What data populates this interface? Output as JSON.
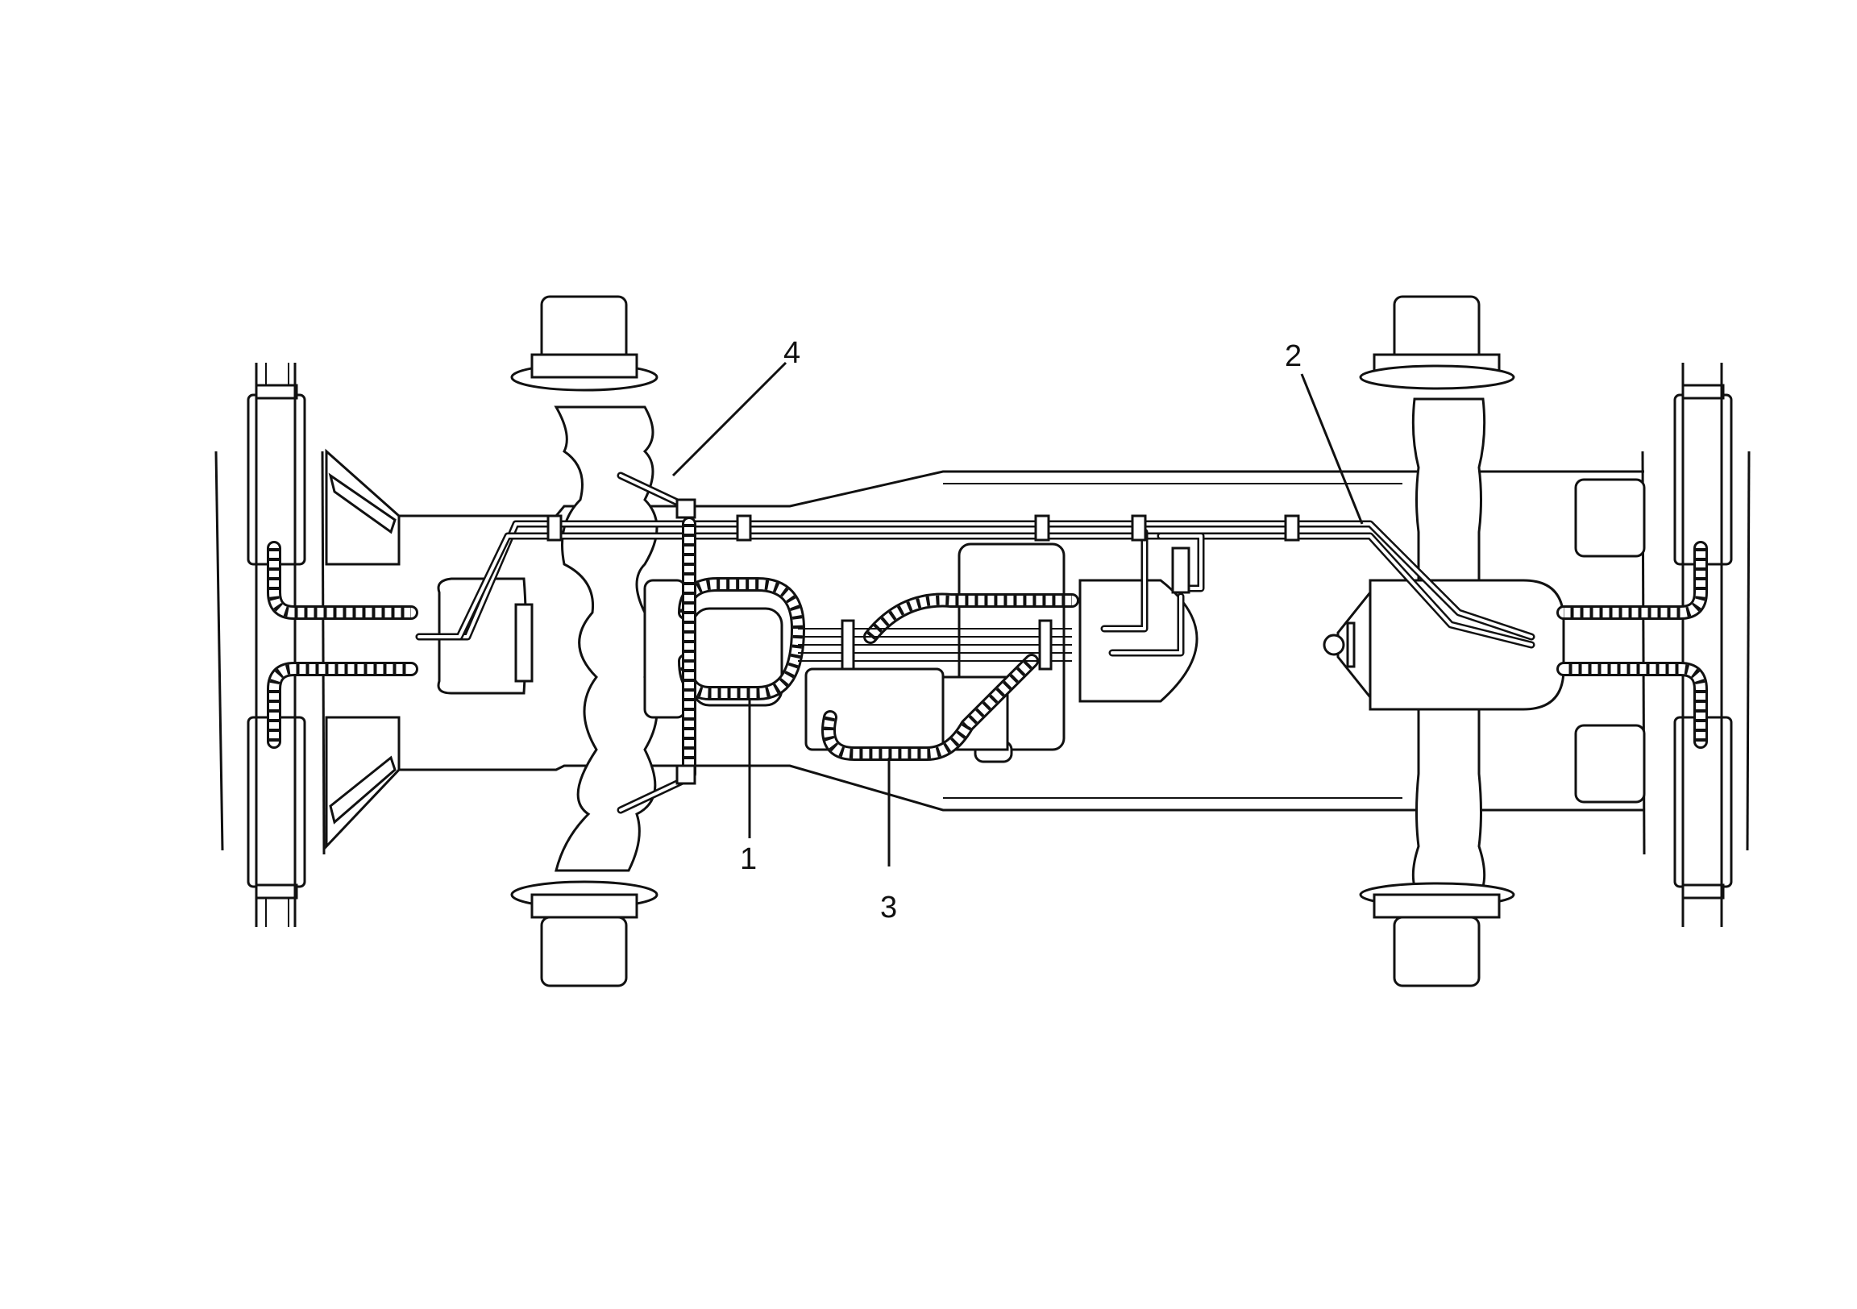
{
  "diagram": {
    "callouts": [
      {
        "id": "1",
        "label": "1"
      },
      {
        "id": "2",
        "label": "2"
      },
      {
        "id": "3",
        "label": "3"
      },
      {
        "id": "4",
        "label": "4"
      }
    ]
  },
  "colors": {
    "line": "#111111",
    "background": "#ffffff"
  }
}
